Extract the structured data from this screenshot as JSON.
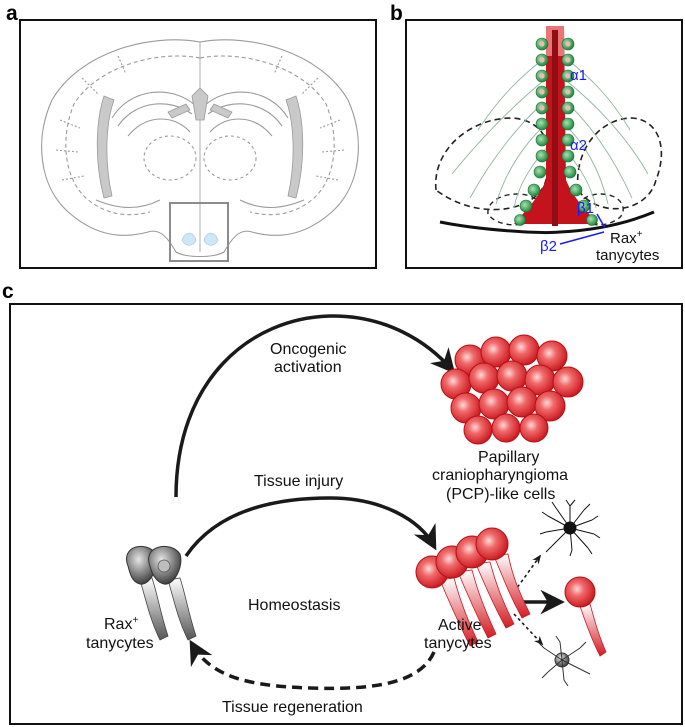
{
  "panels": {
    "a": {
      "label": "a"
    },
    "b": {
      "label": "b",
      "subtypes": [
        "α1",
        "α2",
        "β1",
        "β2"
      ],
      "cell_label_line1": "Rax",
      "cell_label_sup": "+",
      "cell_label_line2": "tanycytes"
    },
    "c": {
      "label": "c",
      "arrows": {
        "oncogenic_line1": "Oncogenic",
        "oncogenic_line2": "activation",
        "injury": "Tissue injury",
        "homeostasis": "Homeostasis",
        "regeneration": "Tissue regeneration"
      },
      "pcp_line1": "Papillary",
      "pcp_line2": "craniopharyngioma",
      "pcp_line3": "(PCP)-like cells",
      "rax_line1": "Rax",
      "rax_sup": "+",
      "rax_line2": "tanycytes",
      "active_line1": "Active",
      "active_line2": "tanycytes"
    }
  },
  "colors": {
    "red": "#e01f26",
    "green": "#2e9a48",
    "blue": "#1a1aff",
    "gray": "#8c8c8c"
  }
}
